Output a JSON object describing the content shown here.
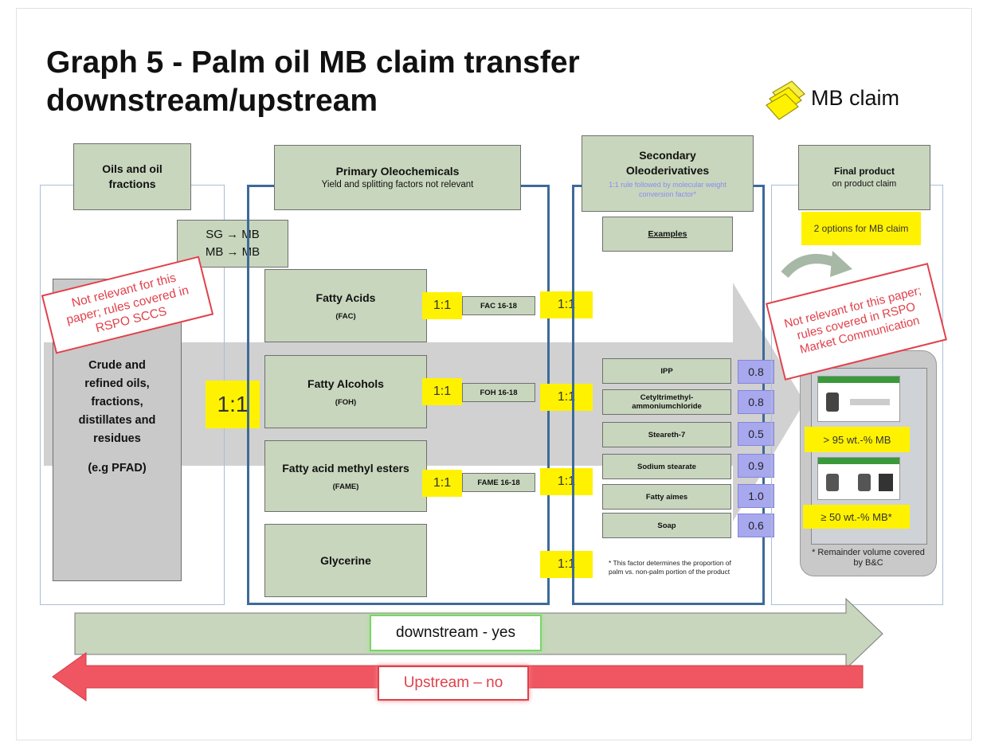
{
  "title": "Graph 5 -  Palm oil MB claim transfer downstream/upstream",
  "legend": {
    "label": "MB claim"
  },
  "columns": {
    "oils": {
      "header": "Oils and oil fractions",
      "conversion": [
        "SG → MB",
        "MB → MB"
      ],
      "note": "Not relevant for this paper; rules covered in RSPO SCCS",
      "content": [
        "Crude and",
        "refined oils,",
        "fractions,",
        "distillates and",
        "residues"
      ],
      "example": "(e.g PFAD)",
      "ratio": "1:1"
    },
    "primary": {
      "header": "Primary Oleochemicals",
      "subheader": "Yield and splitting factors not relevant",
      "items": [
        {
          "name": "Fatty Acids",
          "abbr": "(FAC)",
          "ratio": "1:1",
          "label": "FAC 16-18",
          "out": "1:1"
        },
        {
          "name": "Fatty Alcohols",
          "abbr": "(FOH)",
          "ratio": "1:1",
          "label": "FOH 16-18",
          "out": "1:1"
        },
        {
          "name": "Fatty acid methyl esters",
          "abbr": "(FAME)",
          "ratio": "1:1",
          "label": "FAME 16-18",
          "out": "1:1"
        },
        {
          "name": "Glycerine",
          "abbr": "",
          "ratio": "",
          "label": "",
          "out": "1:1"
        }
      ]
    },
    "secondary": {
      "header": "Secondary Oleoderivatives",
      "subheader": "1:1 rule followed by molecular weight conversion factor*",
      "examples_label": "Examples",
      "items": [
        {
          "name": "IPP",
          "factor": "0.8"
        },
        {
          "name": "Cetyltrimethyl-ammoniumchloride",
          "factor": "0.8"
        },
        {
          "name": "Steareth-7",
          "factor": "0.5"
        },
        {
          "name": "Sodium stearate",
          "factor": "0.9"
        },
        {
          "name": "Fatty aimes",
          "factor": "1.0"
        },
        {
          "name": "Soap",
          "factor": "0.6"
        }
      ],
      "footnote": "* This factor determines the proportion of palm vs. non-palm portion of the product"
    },
    "final": {
      "header": "Final  product",
      "subheader": "on product claim",
      "options": "2 options for MB claim",
      "note": "Not relevant for this paper; rules covered in RSPO Market Communication",
      "option1": "> 95 wt.-% MB",
      "option2": "≥ 50 wt.-% MB*",
      "remainder": "* Remainder volume covered by B&C"
    }
  },
  "arrows": {
    "downstream": "downstream - yes",
    "upstream": "Upstream – no"
  },
  "colors": {
    "green_box": "#c8d6bd",
    "yellow": "#fff200",
    "lavender": "#a8a8ee",
    "red": "#e0414b",
    "frame_blue": "#3d6a99"
  }
}
